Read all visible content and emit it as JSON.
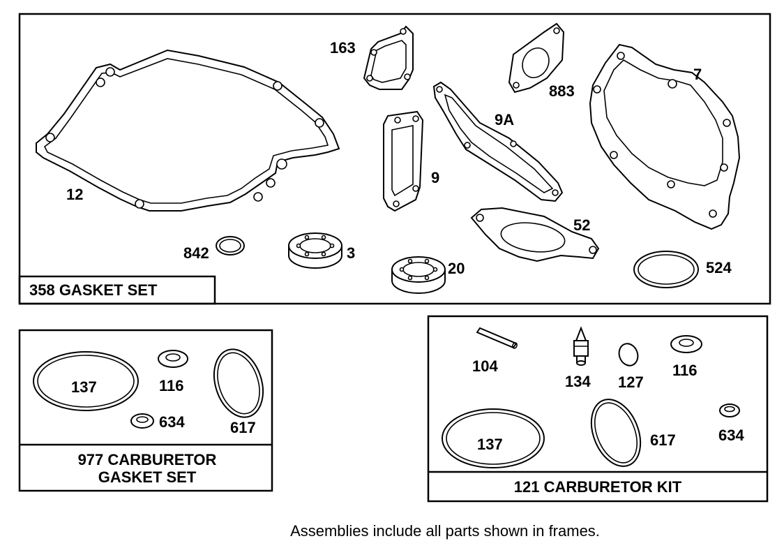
{
  "frames": {
    "gasket_set": {
      "title": "358 GASKET SET",
      "callouts": {
        "c12": "12",
        "c163": "163",
        "c883": "883",
        "c7": "7",
        "c9a": "9A",
        "c9": "9",
        "c52": "52",
        "c842": "842",
        "c3": "3",
        "c20": "20",
        "c524": "524"
      }
    },
    "carb_gasket_set": {
      "title_line1": "977 CARBURETOR",
      "title_line2": "GASKET SET",
      "callouts": {
        "c137": "137",
        "c116": "116",
        "c634": "634",
        "c617": "617"
      }
    },
    "carb_kit": {
      "title": "121 CARBURETOR KIT",
      "callouts": {
        "c104": "104",
        "c134": "134",
        "c127": "127",
        "c116": "116",
        "c137": "137",
        "c617": "617",
        "c634": "634"
      }
    }
  },
  "footer_note": "Assemblies include all parts shown in frames."
}
